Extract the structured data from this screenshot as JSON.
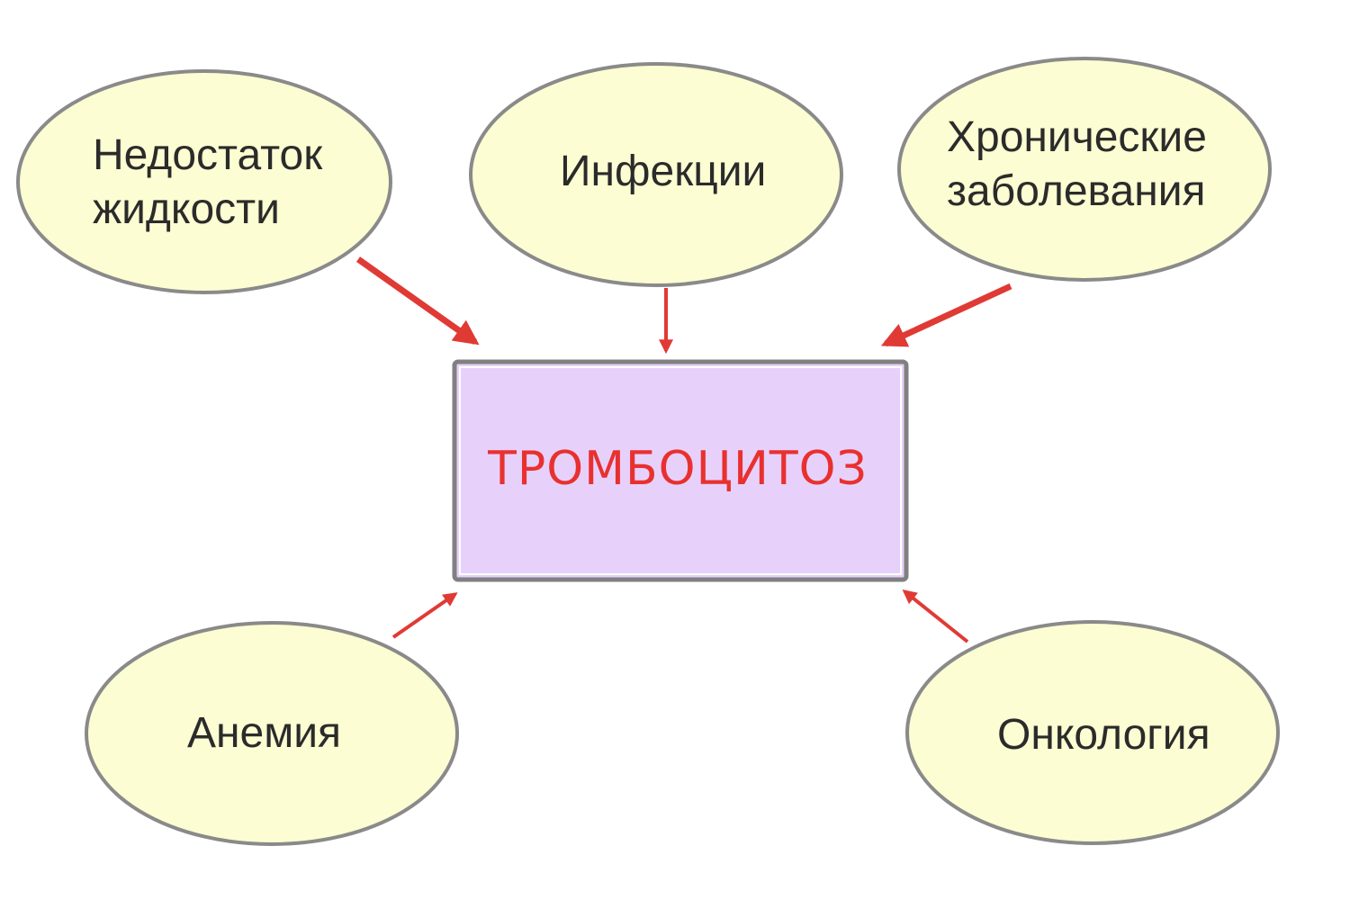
{
  "center": {
    "label": "ТРОМБОЦИТОЗ"
  },
  "causes": [
    {
      "id": "fluid",
      "lines": [
        "Недостаток",
        "жидкости"
      ]
    },
    {
      "id": "infection",
      "lines": [
        "Инфекции"
      ]
    },
    {
      "id": "chronic",
      "lines": [
        "Хронические",
        "заболевания"
      ]
    },
    {
      "id": "anemia",
      "lines": [
        "Анемия"
      ]
    },
    {
      "id": "oncology",
      "lines": [
        "Онкология"
      ]
    }
  ],
  "colors": {
    "ellipse_fill": "#fcfdd2",
    "ellipse_stroke": "#8a8a8a",
    "box_fill": "#e7d1fb",
    "box_stroke": "#808080",
    "center_text": "#e8312f",
    "arrow": "#e03a35",
    "node_text": "#2b2b2b"
  }
}
